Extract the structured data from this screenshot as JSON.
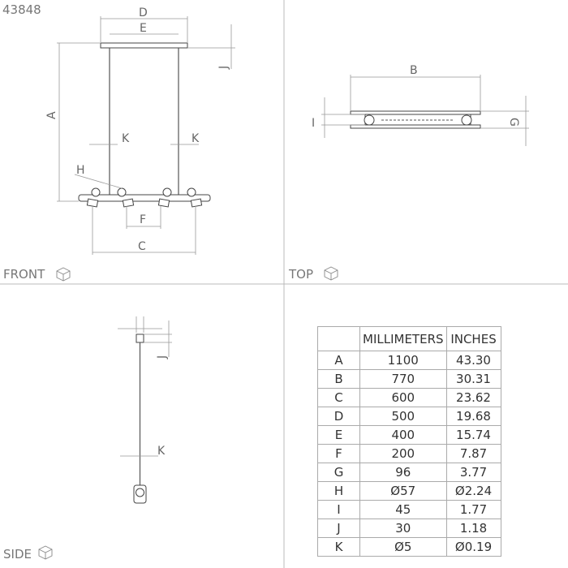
{
  "product_code": "43848",
  "views": {
    "front": "FRONT",
    "top": "TOP",
    "side": "SIDE"
  },
  "labels": {
    "A": "A",
    "B": "B",
    "C": "C",
    "D": "D",
    "E": "E",
    "F": "F",
    "G": "G",
    "H": "H",
    "I": "I",
    "J": "J",
    "K": "K"
  },
  "table": {
    "headers": [
      "",
      "MILLIMETERS",
      "INCHES"
    ],
    "rows": [
      {
        "key": "A",
        "mm": "1100",
        "in": "43.30"
      },
      {
        "key": "B",
        "mm": "770",
        "in": "30.31"
      },
      {
        "key": "C",
        "mm": "600",
        "in": "23.62"
      },
      {
        "key": "D",
        "mm": "500",
        "in": "19.68"
      },
      {
        "key": "E",
        "mm": "400",
        "in": "15.74"
      },
      {
        "key": "F",
        "mm": "200",
        "in": "7.87"
      },
      {
        "key": "G",
        "mm": "96",
        "in": "3.77"
      },
      {
        "key": "H",
        "mm": "Ø57",
        "in": "Ø2.24"
      },
      {
        "key": "I",
        "mm": "45",
        "in": "1.77"
      },
      {
        "key": "J",
        "mm": "30",
        "in": "1.18"
      },
      {
        "key": "K",
        "mm": "Ø5",
        "in": "Ø0.19"
      }
    ]
  }
}
